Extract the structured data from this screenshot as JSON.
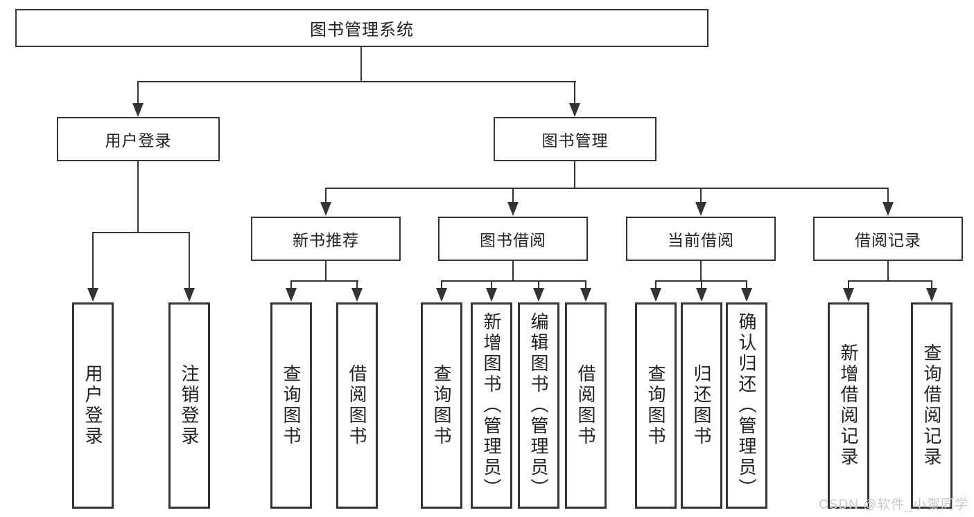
{
  "diagram": {
    "watermark": "CSDN @软件_小贺同学",
    "colors": {
      "line": "#333333",
      "text": "#212121",
      "watermark": "#c9c9c9",
      "background": "#ffffff"
    },
    "tree": {
      "root": "图书管理系统",
      "level1": [
        {
          "label": "用户登录",
          "children": [
            "用户登录",
            "注销登录"
          ]
        },
        {
          "label": "图书管理",
          "children": [
            {
              "label": "新书推荐",
              "children": [
                "查询图书",
                "借阅图书"
              ]
            },
            {
              "label": "图书借阅",
              "children": [
                "查询图书",
                "新增图书（管理员）",
                "编辑图书（管理员）",
                "借阅图书"
              ]
            },
            {
              "label": "当前借阅",
              "children": [
                "查询图书",
                "归还图书",
                "确认归还（管理员）"
              ]
            },
            {
              "label": "借阅记录",
              "children": [
                "新增借阅记录",
                "查询借阅记录"
              ]
            }
          ]
        }
      ]
    }
  }
}
